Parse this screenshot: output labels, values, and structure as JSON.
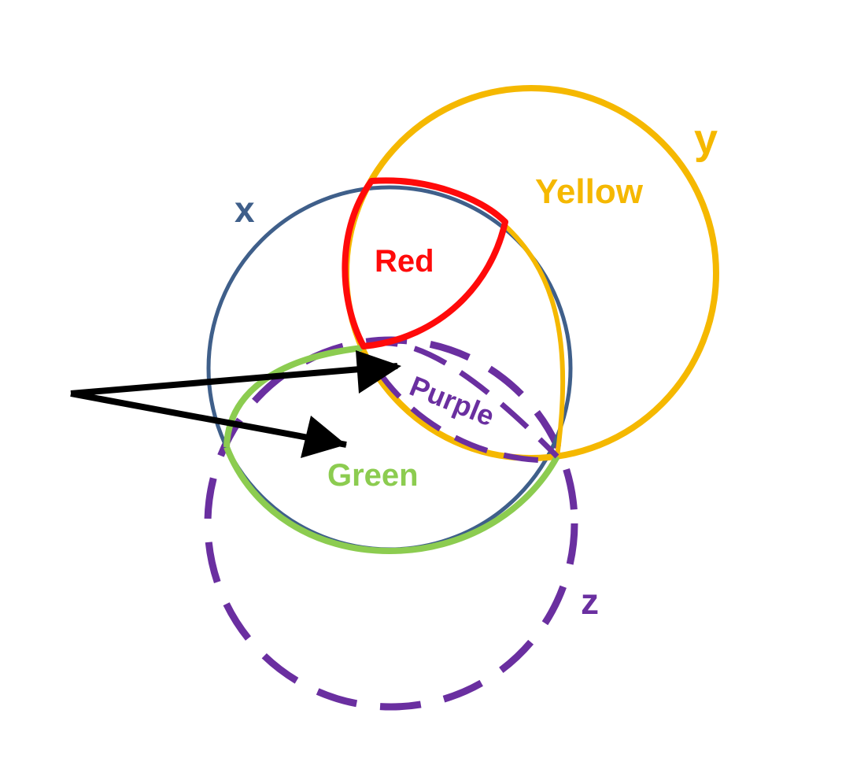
{
  "circles": {
    "x": {
      "label": "x",
      "color": "#3f5f8a"
    },
    "y": {
      "label": "y",
      "color": "#f5b800"
    },
    "z": {
      "label": "z",
      "color": "#6a2fa0"
    }
  },
  "regions": {
    "red": {
      "label": "Red",
      "color": "#ff0a0a"
    },
    "yellow": {
      "label": "Yellow",
      "color": "#f5b800"
    },
    "purple": {
      "label": "Purple",
      "color": "#6a2fa0"
    },
    "green": {
      "label": "Green",
      "color": "#8ccc50"
    }
  },
  "arrow_color": "#000000"
}
